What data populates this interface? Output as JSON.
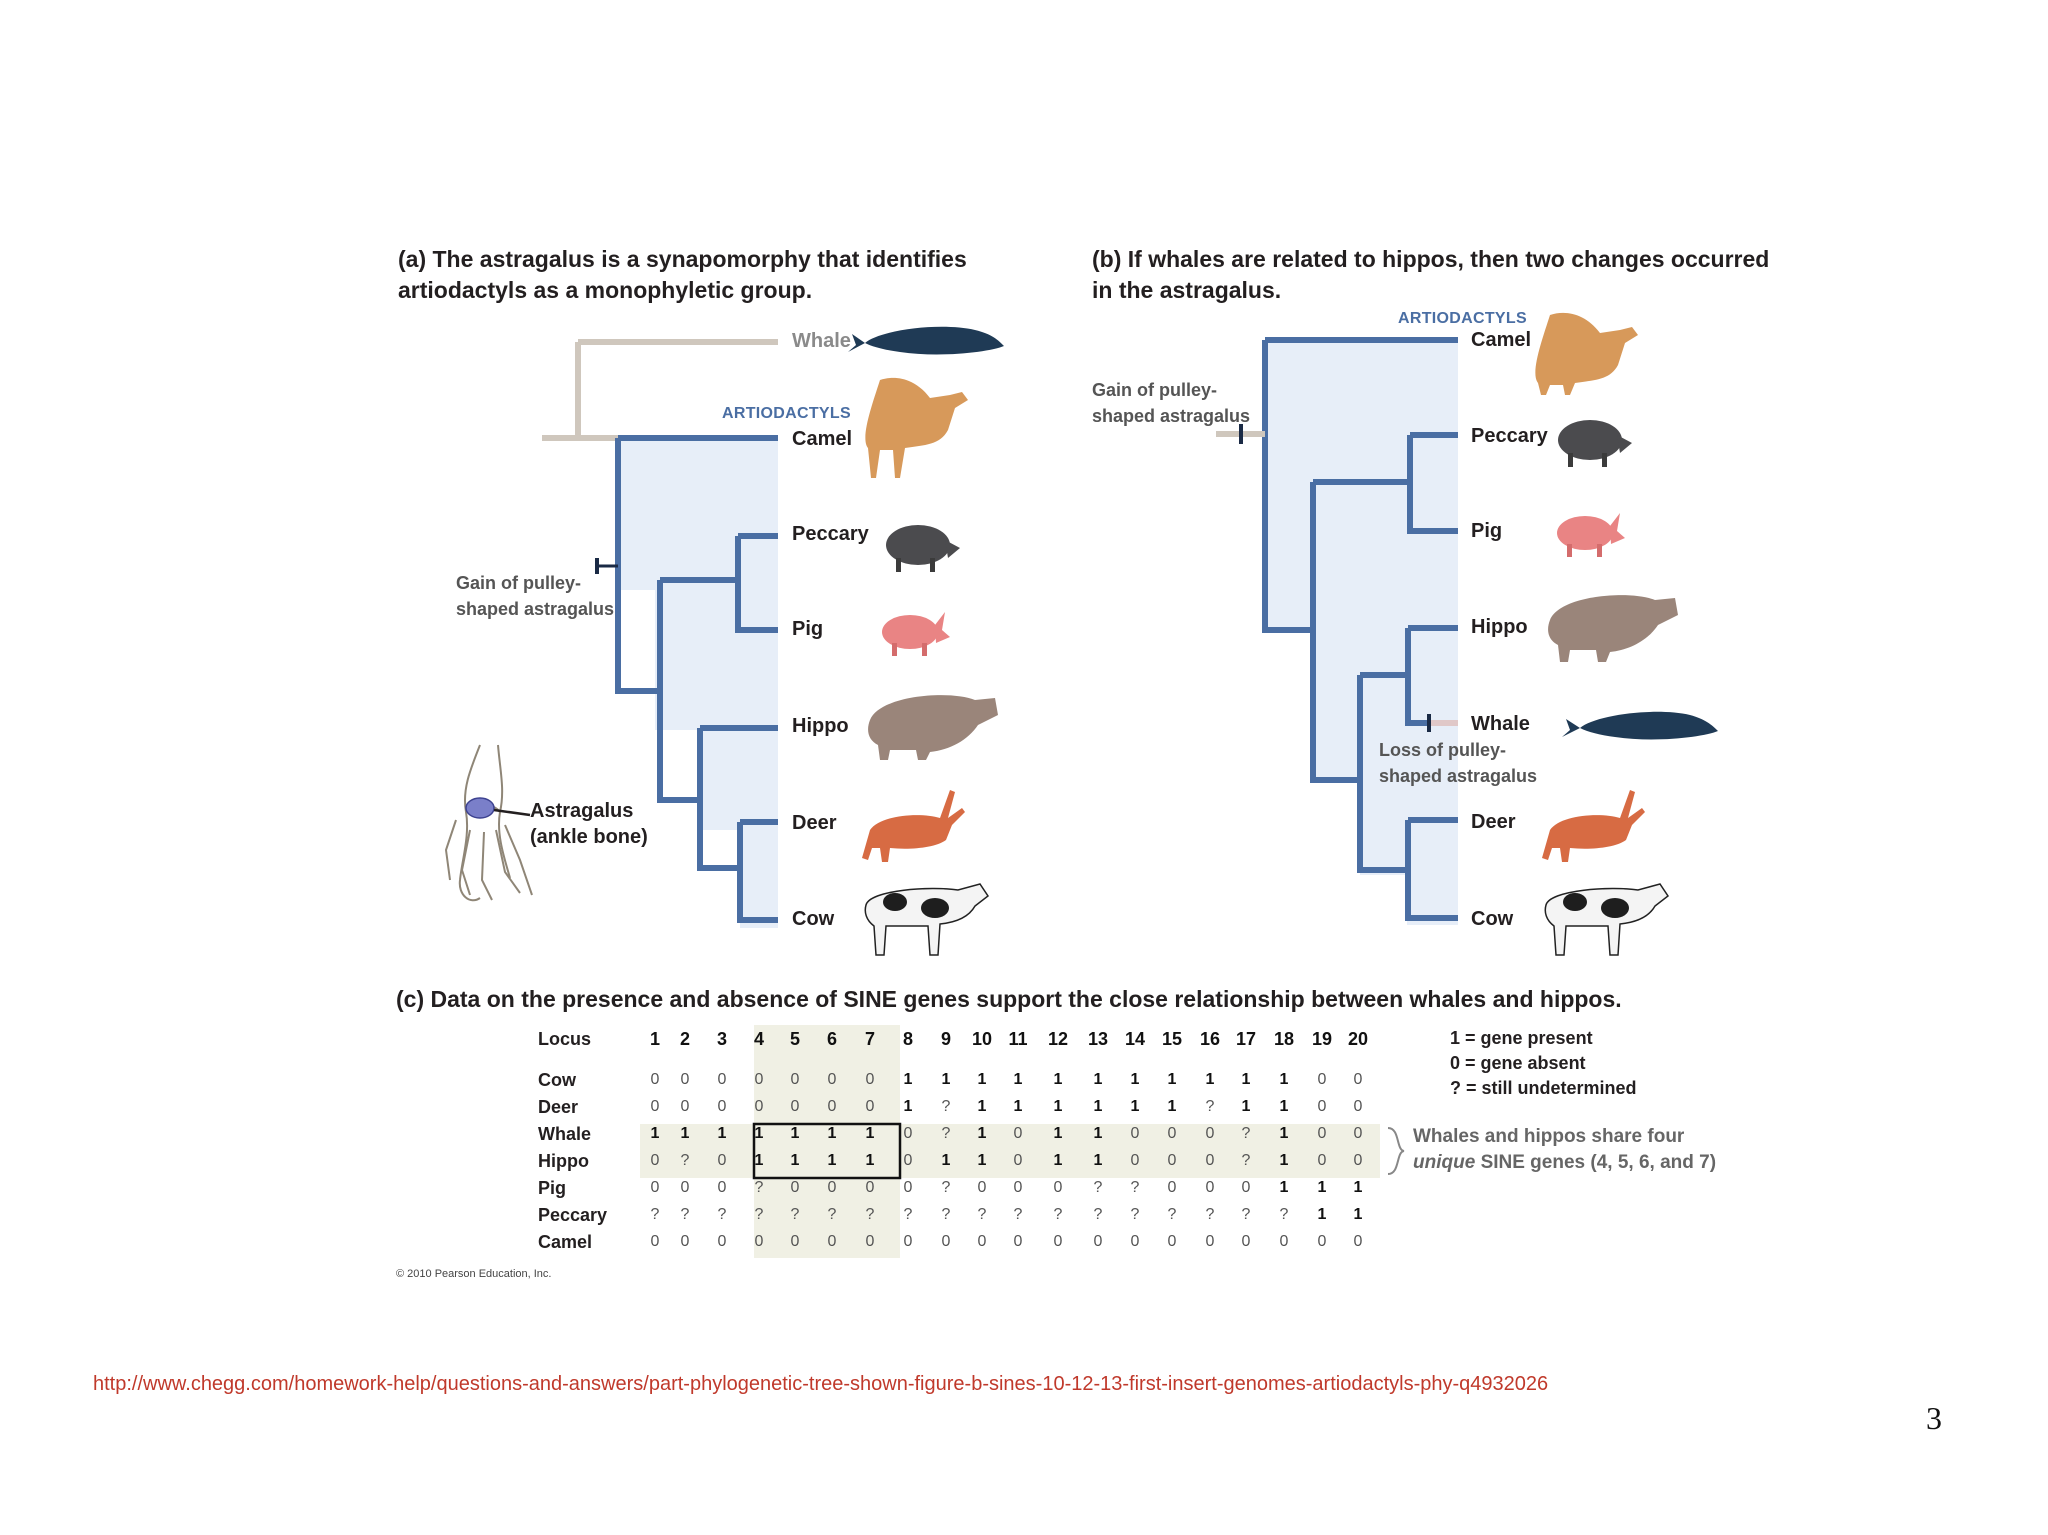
{
  "panel_a": {
    "title": "(a) The astragalus is a synapomorphy that identifies artiodactyls as a monophyletic group.",
    "group_label": "ARTIODACTYLS",
    "outgroup": "Whale",
    "taxa": [
      "Camel",
      "Peccary",
      "Pig",
      "Hippo",
      "Deer",
      "Cow"
    ],
    "gain_note": "Gain of pulley-shaped astragalus",
    "bone_label": "Astragalus (ankle bone)"
  },
  "panel_b": {
    "title": "(b) If whales are related to hippos, then two changes occurred in the astragalus.",
    "group_label": "ARTIODACTYLS",
    "taxa": [
      "Camel",
      "Peccary",
      "Pig",
      "Hippo",
      "Whale",
      "Deer",
      "Cow"
    ],
    "gain_note": "Gain of pulley-shaped astragalus",
    "loss_note": "Loss of pulley-shaped astragalus"
  },
  "panel_c": {
    "title": "(c) Data on the presence and absence of SINE genes support the close relationship between whales and hippos.",
    "locus_label": "Locus",
    "loci": [
      "1",
      "2",
      "3",
      "4",
      "5",
      "6",
      "7",
      "8",
      "9",
      "10",
      "11",
      "12",
      "13",
      "14",
      "15",
      "16",
      "17",
      "18",
      "19",
      "20"
    ],
    "rows": [
      {
        "name": "Cow",
        "values": [
          "0",
          "0",
          "0",
          "0",
          "0",
          "0",
          "0",
          "1",
          "1",
          "1",
          "1",
          "1",
          "1",
          "1",
          "1",
          "1",
          "1",
          "1",
          "0",
          "0"
        ]
      },
      {
        "name": "Deer",
        "values": [
          "0",
          "0",
          "0",
          "0",
          "0",
          "0",
          "0",
          "1",
          "?",
          "1",
          "1",
          "1",
          "1",
          "1",
          "1",
          "?",
          "1",
          "1",
          "0",
          "0"
        ]
      },
      {
        "name": "Whale",
        "values": [
          "1",
          "1",
          "1",
          "1",
          "1",
          "1",
          "1",
          "0",
          "?",
          "1",
          "0",
          "1",
          "1",
          "0",
          "0",
          "0",
          "?",
          "1",
          "0",
          "0"
        ]
      },
      {
        "name": "Hippo",
        "values": [
          "0",
          "?",
          "0",
          "1",
          "1",
          "1",
          "1",
          "0",
          "1",
          "1",
          "0",
          "1",
          "1",
          "0",
          "0",
          "0",
          "?",
          "1",
          "0",
          "0"
        ]
      },
      {
        "name": "Pig",
        "values": [
          "0",
          "0",
          "0",
          "?",
          "0",
          "0",
          "0",
          "0",
          "?",
          "0",
          "0",
          "0",
          "?",
          "?",
          "0",
          "0",
          "0",
          "1",
          "1",
          "1"
        ]
      },
      {
        "name": "Peccary",
        "values": [
          "?",
          "?",
          "?",
          "?",
          "?",
          "?",
          "?",
          "?",
          "?",
          "?",
          "?",
          "?",
          "?",
          "?",
          "?",
          "?",
          "?",
          "?",
          "1",
          "1"
        ]
      },
      {
        "name": "Camel",
        "values": [
          "0",
          "0",
          "0",
          "0",
          "0",
          "0",
          "0",
          "0",
          "0",
          "0",
          "0",
          "0",
          "0",
          "0",
          "0",
          "0",
          "0",
          "0",
          "0",
          "0"
        ]
      }
    ],
    "legend": [
      "1 = gene present",
      "0 = gene absent",
      "? = still undetermined"
    ],
    "share_note_1": "Whales and hippos share four",
    "share_note_unique": "unique",
    "share_note_2": "SINE genes (4, 5, 6, and 7)"
  },
  "copyright": "© 2010 Pearson Education, Inc.",
  "source_url": "http://www.chegg.com/homework-help/questions-and-answers/part-phylogenetic-tree-shown-figure-b-sines-10-12-13-first-insert-genomes-artiodactyls-phy-q4932026",
  "page_number": "3",
  "colors": {
    "branch": "#4a6ea3",
    "shade": "#e7eef8",
    "gray_branch": "#cfc7bd",
    "highlight": "#f0f0e4",
    "url": "#c0392b"
  }
}
